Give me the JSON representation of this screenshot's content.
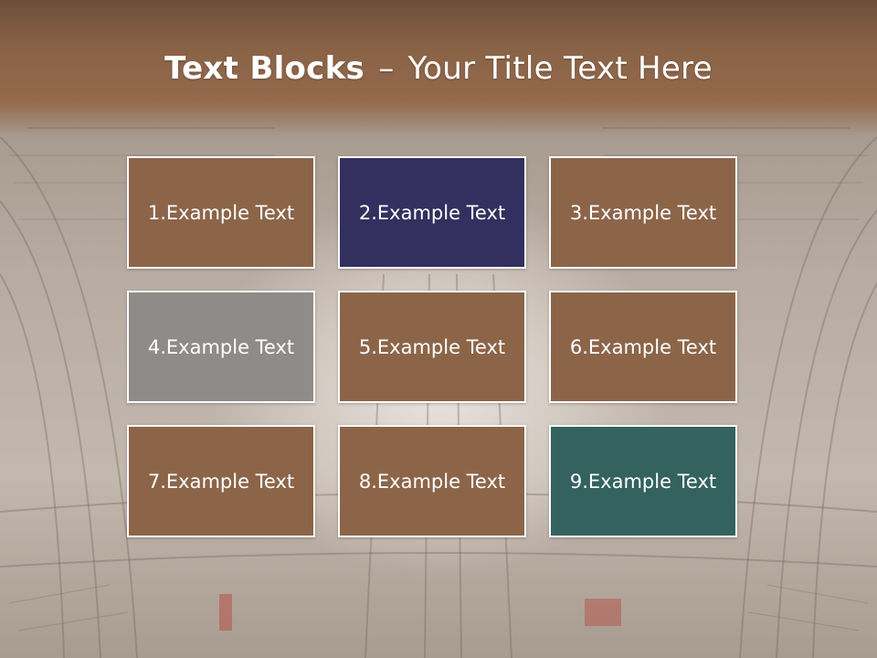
{
  "title": {
    "bold": "Text Blocks",
    "separator": "–",
    "rest": "Your Title Text Here"
  },
  "blocks": [
    {
      "label": "1.Example Text",
      "color": "#8c6549"
    },
    {
      "label": "2.Example Text",
      "color": "#33305f"
    },
    {
      "label": "3.Example Text",
      "color": "#8c6549"
    },
    {
      "label": "4.Example Text",
      "color": "#8e8b89"
    },
    {
      "label": "5.Example Text",
      "color": "#8c6549"
    },
    {
      "label": "6.Example Text",
      "color": "#8c6549"
    },
    {
      "label": "7.Example Text",
      "color": "#8c6549"
    },
    {
      "label": "8.Example Text",
      "color": "#8c6549"
    },
    {
      "label": "9.Example Text",
      "color": "#33625f"
    }
  ],
  "colors": {
    "header_brown": "#8a6347",
    "block_border": "#ffffff"
  }
}
